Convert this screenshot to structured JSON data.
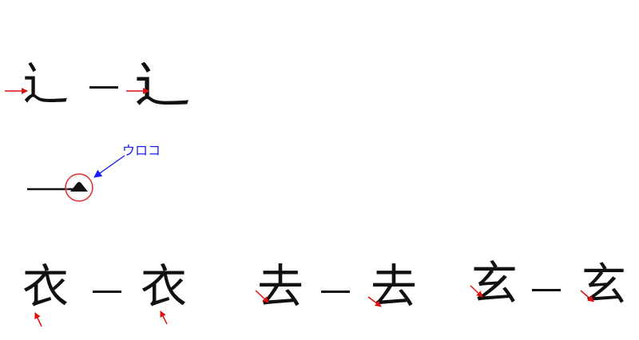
{
  "callout_label": "ウロコ",
  "rows": {
    "shinnyo": {
      "left": "辶",
      "dash": "一",
      "right": "辶"
    },
    "clothes": {
      "left": "衣",
      "dash": "一",
      "right": "衣"
    },
    "leave": {
      "left": "去",
      "dash": "一",
      "right": "去"
    },
    "mystic": {
      "left": "玄",
      "dash": "一",
      "right": "玄"
    }
  },
  "colors": {
    "ink": "#111111",
    "red_arrow": "#e01010",
    "blue_arrow": "#1a1aff",
    "circle": "#e03030"
  }
}
